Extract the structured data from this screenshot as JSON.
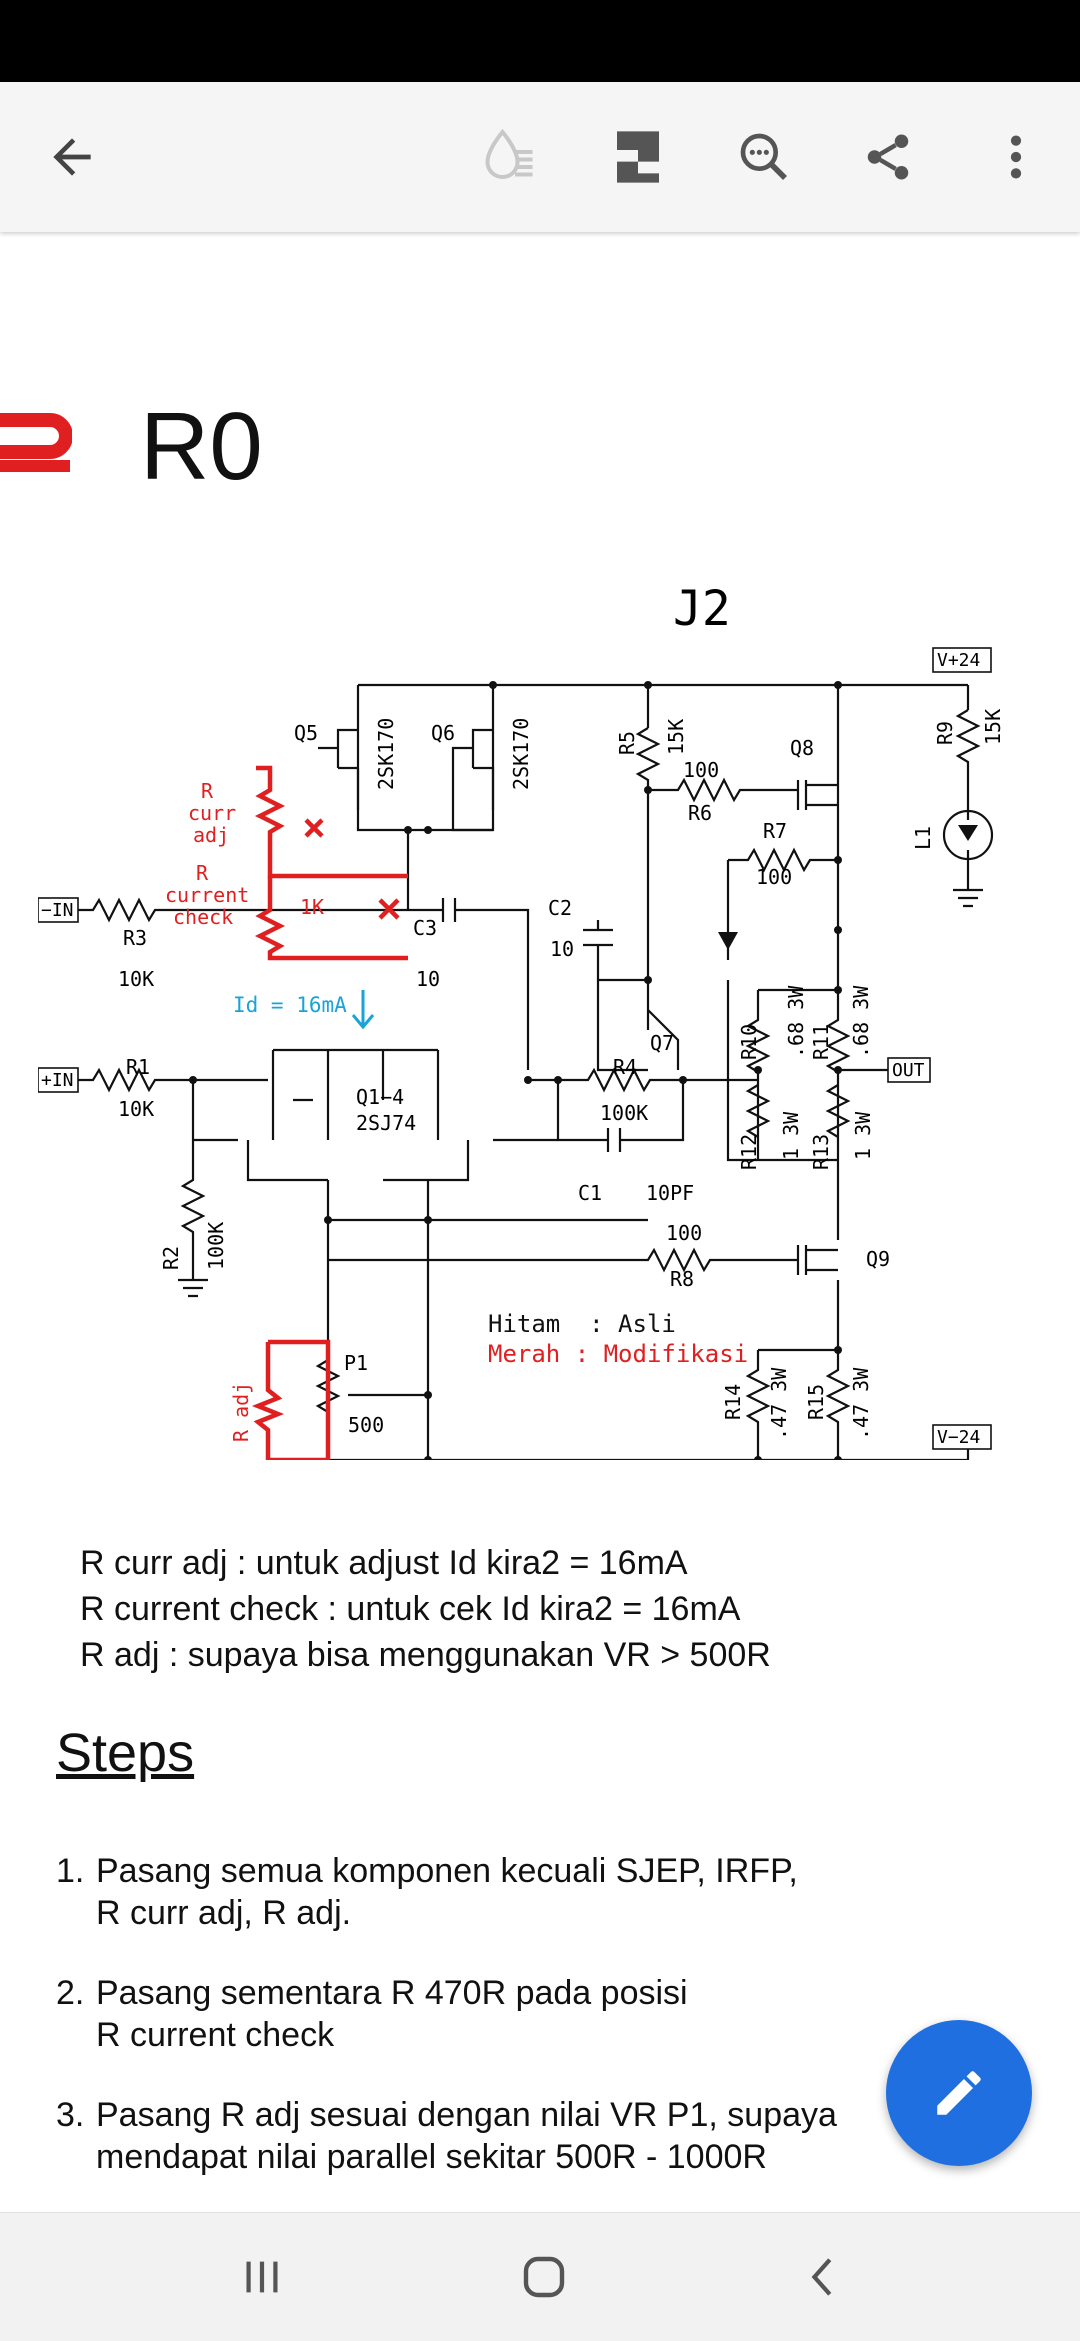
{
  "document": {
    "heading": "R0",
    "schematic": {
      "title": "J2",
      "ports": {
        "vplus": "V+24",
        "vminus": "V−24",
        "minus_in": "−IN",
        "plus_in": "+IN",
        "out": "OUT"
      },
      "components": {
        "q5": "Q5",
        "q5_part": "2SK170",
        "q6": "Q6",
        "q6_part": "2SK170",
        "r5": "R5",
        "r5_val": "15K",
        "r6_val": "100",
        "r6": "R6",
        "q8": "Q8",
        "r9": "R9",
        "r9_val": "15K",
        "l1": "L1",
        "r7": "R7",
        "r7_val": "100",
        "c2": "C2",
        "c2_val": "10",
        "c3": "C3",
        "c3_val": "10",
        "r3": "R3",
        "r3_val": "10K",
        "q7": "Q7",
        "r10": "R10",
        "r10_val": ".68 3W",
        "r11": "R11",
        "r11_val": ".68 3W",
        "r1": "R1",
        "r1_val": "10K",
        "q14": "Q1−4",
        "q14_part": "2SJ74",
        "r4": "R4",
        "r4_val": "100K",
        "r12": "R12",
        "r12_val": "1 3W",
        "r13": "R13",
        "r13_val": "1 3W",
        "c1": "C1",
        "c1_val": "10PF",
        "r2": "R2",
        "r2_val": "100K",
        "r8_val": "100",
        "r8": "R8",
        "q9": "Q9",
        "p1": "P1",
        "p1_val": "500",
        "r14": "R14",
        "r14_val": ".47 3W",
        "r15": "R15",
        "r15_val": ".47 3W"
      },
      "modifications": {
        "r_curr_adj": [
          "R",
          "curr",
          "adj"
        ],
        "r_current_check": [
          "R",
          "current",
          "check"
        ],
        "r_current_check_val": "1K",
        "r_adj": "R adj",
        "id_label": "Id = 16mA"
      },
      "legend": {
        "black": "Hitam  : Asli",
        "red": "Merah : Modifikasi"
      }
    },
    "notes": [
      "R curr adj : untuk adjust Id kira2 = 16mA",
      "R current check : untuk cek Id kira2 = 16mA",
      "R adj : supaya bisa menggunakan VR > 500R"
    ],
    "steps_heading": "Steps",
    "steps": [
      {
        "num": "1.",
        "text": "Pasang semua komponen kecuali SJEP, IRFP,\nR curr adj, R adj."
      },
      {
        "num": "2.",
        "text": "Pasang sementara R 470R pada posisi\nR current check"
      },
      {
        "num": "3.",
        "text": "Pasang R adj sesuai dengan nilai VR P1, supaya\nmendapat nilai parallel sekitar 500R - 1000R"
      }
    ]
  },
  "colors": {
    "accent_red": "#e02020",
    "annotation_blue": "#1aa3d9",
    "fab_blue": "#1f6fe0",
    "toolbar_bg": "#f5f5f5"
  },
  "icons": [
    "back-arrow-icon",
    "ink-drop-icon",
    "page-layout-icon",
    "zoom-search-icon",
    "share-icon",
    "more-vert-icon",
    "edit-pencil-icon",
    "recents-icon",
    "home-icon",
    "back-chevron-icon"
  ]
}
